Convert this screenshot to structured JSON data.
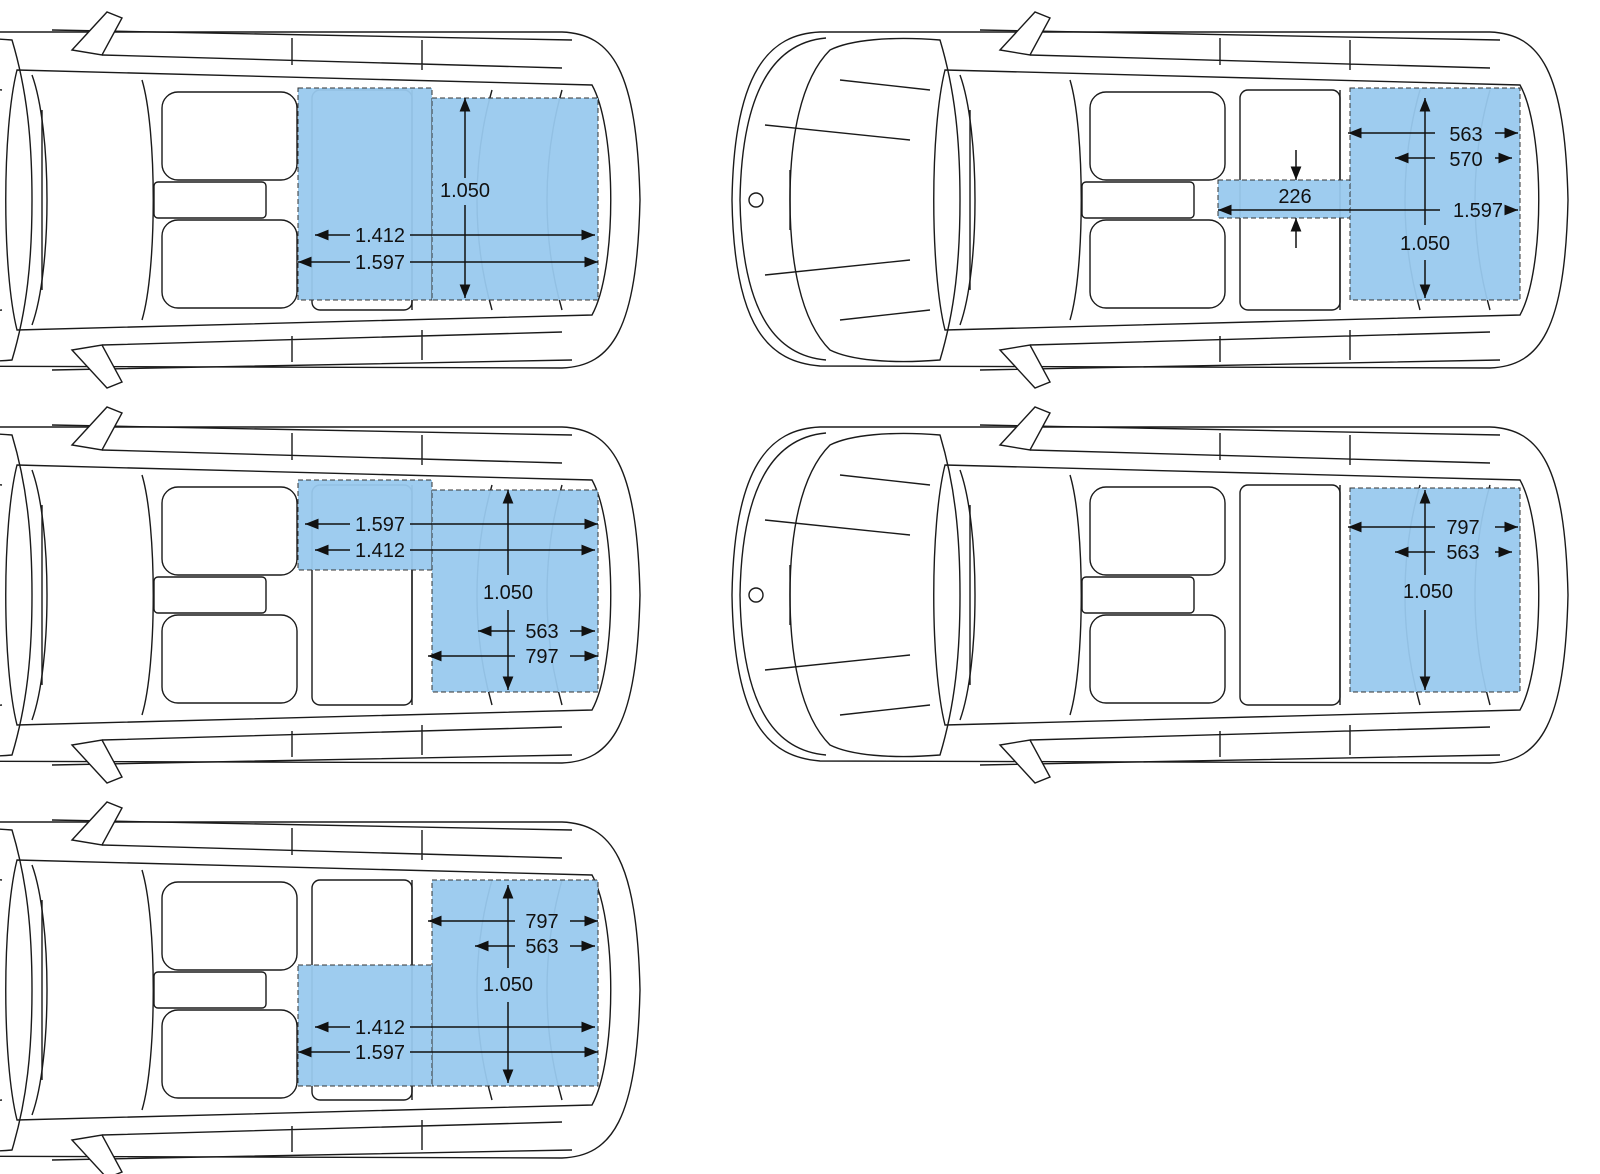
{
  "colors": {
    "cargo": "#99c9ee",
    "line": "#1a1a1a"
  },
  "diagrams": [
    {
      "id": "rear-seats-folded-full",
      "labels": {
        "height": "1.050",
        "width_a": "1.412",
        "width_b": "1.597"
      }
    },
    {
      "id": "through-loading",
      "labels": {
        "a": "563",
        "b": "570",
        "c": "1.597",
        "d": "1.050",
        "e": "226"
      }
    },
    {
      "id": "left-seat-folded",
      "labels": {
        "a": "1.597",
        "b": "1.412",
        "c": "1.050",
        "d": "563",
        "e": "797"
      }
    },
    {
      "id": "seats-up",
      "labels": {
        "a": "797",
        "b": "563",
        "c": "1.050"
      }
    },
    {
      "id": "right-seat-folded",
      "labels": {
        "a": "797",
        "b": "563",
        "c": "1.050",
        "d": "1.412",
        "e": "1.597"
      }
    }
  ]
}
